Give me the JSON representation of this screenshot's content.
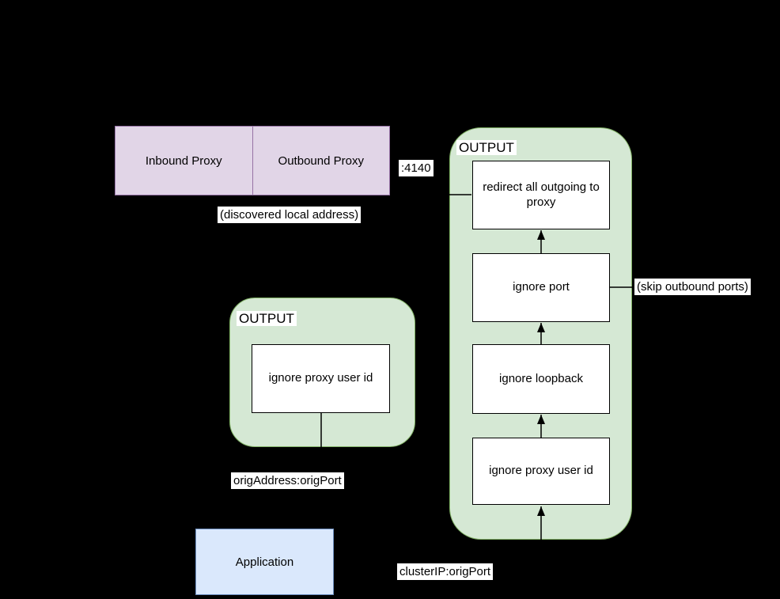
{
  "canvas": {
    "background": "#000000",
    "edge_color": "#000000"
  },
  "proxy_bar": {
    "fill": "#e1d5e7",
    "border": "#9673a6",
    "cells": [
      {
        "label": "Inbound Proxy"
      },
      {
        "label": "Outbound Proxy"
      }
    ]
  },
  "right_chain": {
    "title": "OUTPUT",
    "fill": "#d5e8d4",
    "border": "#82b366",
    "rules": [
      "redirect all outgoing to proxy",
      "ignore port",
      "ignore loopback",
      "ignore proxy user id"
    ]
  },
  "left_chain": {
    "title": "OUTPUT",
    "fill": "#d5e8d4",
    "border": "#82b366",
    "rules": [
      "ignore proxy user id"
    ]
  },
  "application": {
    "label": "Application",
    "fill": "#dae8fc",
    "border": "#6c8ebf"
  },
  "rule_box": {
    "fill": "#ffffff",
    "border": "#000000"
  },
  "edge_labels": {
    "port_4140": ":4140",
    "discovered_local_address": "(discovered local address)",
    "skip_outbound_ports": "(skip outbound ports)",
    "orig_address_port": "origAddress:origPort",
    "cluster_ip_port": "clusterIP:origPort"
  }
}
